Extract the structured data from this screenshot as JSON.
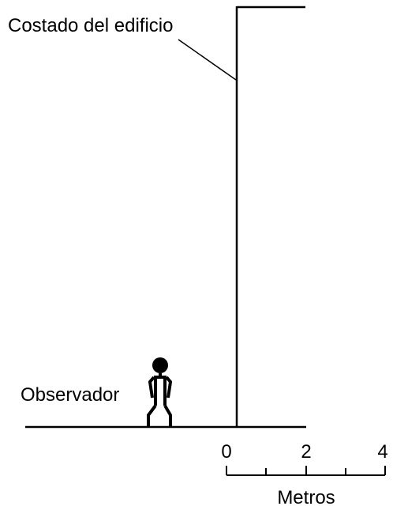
{
  "labels": {
    "building_side": "Costado del edificio",
    "observer": "Observador",
    "scale_unit": "Metros"
  },
  "scale": {
    "tick_labels": [
      "0",
      "2",
      "4"
    ]
  },
  "colors": {
    "ink": "#000000",
    "background": "#ffffff"
  },
  "icons": {
    "observer": "stick-figure-person"
  }
}
